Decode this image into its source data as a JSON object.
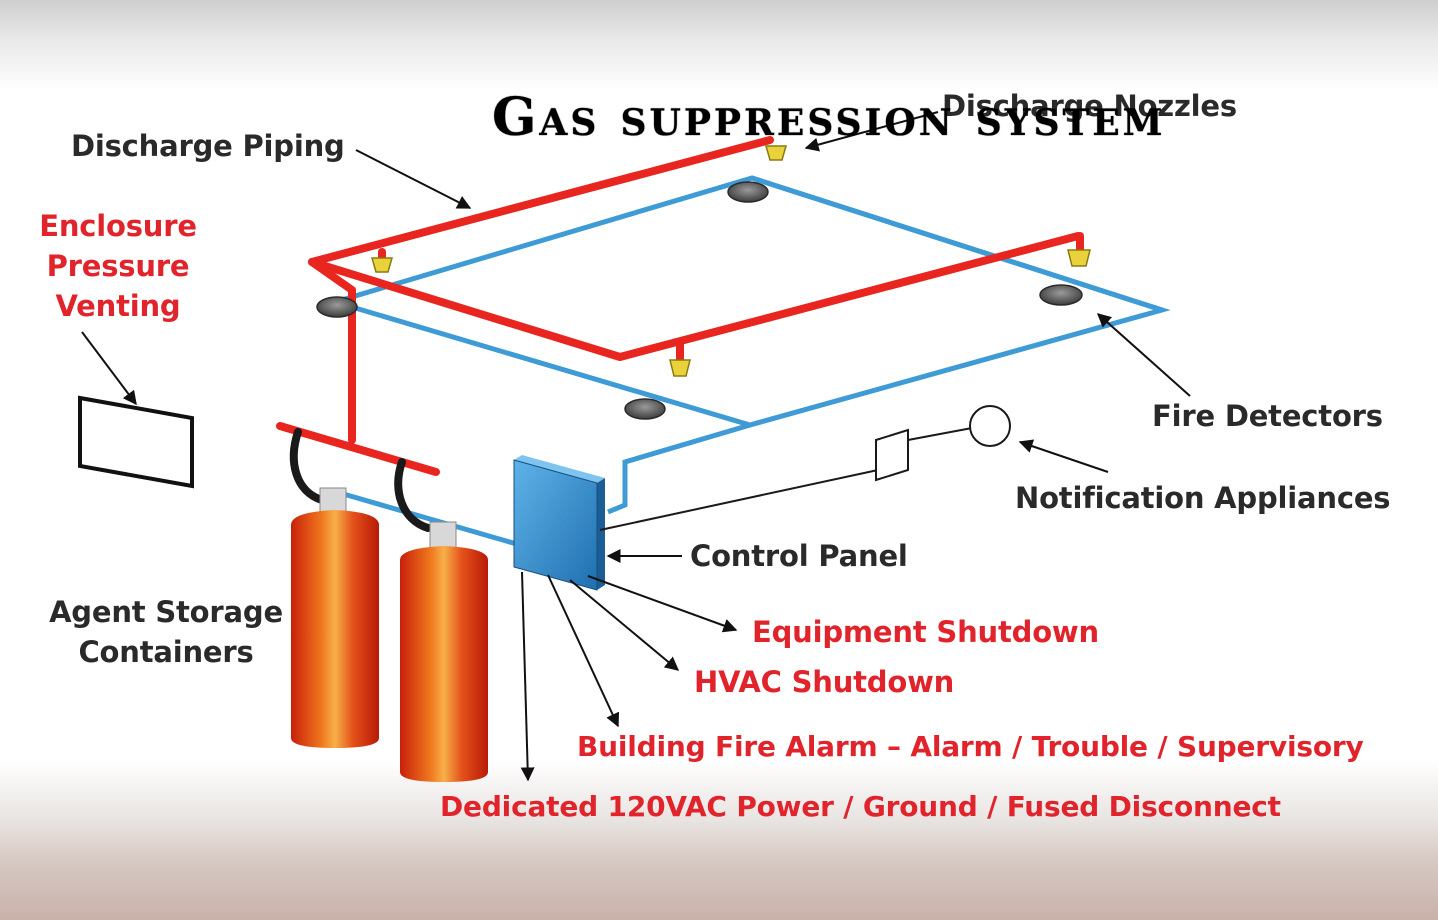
{
  "title": "Gas  suppression system",
  "labels": {
    "discharge_piping": "Discharge Piping",
    "discharge_nozzles": "Discharge Nozzles",
    "enclosure_line1": "Enclosure",
    "enclosure_line2": "Pressure",
    "enclosure_line3": "Venting",
    "fire_detectors": "Fire Detectors",
    "notification_appliances": "Notification Appliances",
    "control_panel": "Control Panel",
    "agent_storage_line1": "Agent Storage",
    "agent_storage_line2": "Containers",
    "equipment_shutdown": "Equipment Shutdown",
    "hvac_shutdown": "HVAC Shutdown",
    "building_fire_alarm": "Building Fire Alarm  – Alarm  /  Trouble  /  Supervisory",
    "dedicated_power": "Dedicated 120VAC Power / Ground / Fused Disconnect"
  },
  "colors": {
    "agent_piping": "#e8251f",
    "detection_wiring": "#3f9bd6",
    "red_label": "#e1242b",
    "dark_label": "#2a2a2a",
    "control_panel": "#2f86c6",
    "nozzle": "#e9d23a",
    "detector": "#5a5a5a"
  }
}
